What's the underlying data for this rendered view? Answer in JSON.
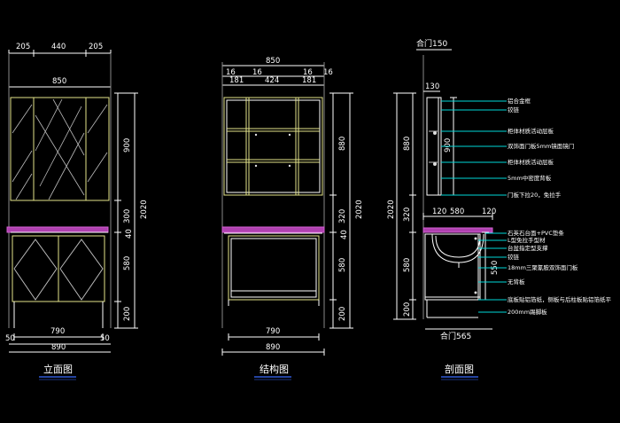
{
  "elevation": {
    "top_dims": [
      "205",
      "440",
      "205"
    ],
    "total_width": "850",
    "right_dims": [
      "900",
      "300",
      "580",
      "200"
    ],
    "overall_height": "2020",
    "inner_dim": "40",
    "base_width": "790",
    "side_offsets": [
      "50",
      "50"
    ],
    "bottom_total": "890",
    "title": "立面图"
  },
  "structure": {
    "top_total": "850",
    "board_dims": [
      "16",
      "16",
      "16",
      "16"
    ],
    "bay_dims": [
      "181",
      "424",
      "181"
    ],
    "right_dims": [
      "880",
      "320",
      "580",
      "200"
    ],
    "overall_height": "2020",
    "inner_dim": "40",
    "base_width": "790",
    "bottom_total": "890",
    "title": "结构图"
  },
  "section": {
    "top_label": "合门150",
    "depth_top": "130",
    "left_dims": [
      "880",
      "320",
      "580",
      "200"
    ],
    "overall_height": "2020",
    "mirror_dim": "900",
    "counter_dims": [
      "120",
      "580",
      "120"
    ],
    "cabinet_dim": "550",
    "bottom_label": "合门565",
    "title": "剖面图",
    "annotations": [
      "铝合金框",
      "铰链",
      "柜体材质活动层板",
      "双饰面门板5mm镜面镜门",
      "柜体材质活动层板",
      "5mm中密度背板",
      "门板下拉20，免拉手",
      "石英石台面+PVC垫条",
      "L型免拉手型材",
      "台盆指定型支撑",
      "铰链",
      "18mm三聚氰胺双饰面门板",
      "无背板",
      "底板贴铝箔纸，侧板与后柱板贴铝箔纸平",
      "200mm踢脚板"
    ]
  }
}
